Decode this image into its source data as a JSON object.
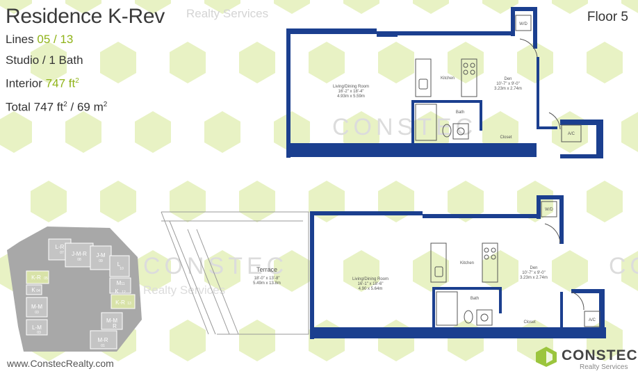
{
  "listing": {
    "title": "Residence K-Rev",
    "floor": "Floor 5",
    "lines_label": "Lines",
    "lines_value": "05 / 13",
    "type_value": "Studio / 1 Bath",
    "interior_label": "Interior",
    "interior_value": "747 ft",
    "interior_sup": "2",
    "total_label": "Total",
    "total_value_ft": "747 ft",
    "total_sup1": "2",
    "total_sep": " / ",
    "total_value_m": "69 m",
    "total_sup2": "2",
    "website": "www.ConstecRealty.com"
  },
  "watermarks": {
    "brand": "CONSTEC",
    "sub": "Realty Services"
  },
  "logo": {
    "name": "CONSTEC",
    "tagline": "Realty Services"
  },
  "plan_upper": {
    "living": "Living/Dining Room",
    "living_dim": "16'-2\" x 18'-4\"",
    "living_m": "4.93m x 5.59m",
    "kitchen": "Kitchen",
    "den": "Den",
    "den_dim": "10'-7\" x 9'-0\"",
    "den_m": "3.23m x 2.74m",
    "bath": "Bath",
    "closet": "Closet",
    "wd": "W/D",
    "ac": "A/C"
  },
  "plan_lower": {
    "terrace": "Terrace",
    "terrace_dim": "18'-0\" x 13'-8\"",
    "terrace_m": "5.49m x 13.8m",
    "living": "Living/Dining Room",
    "living_dim": "16'-1\" x 18'-6\"",
    "living_m": "4.90 x 5.64m",
    "kitchen": "Kitchen",
    "den": "Den",
    "den_dim": "10'-7\" x 9'-0\"",
    "den_m": "3.23m x 2.74m",
    "bath": "Bath",
    "closet": "Closet",
    "wd": "W/D",
    "ac": "A/C"
  },
  "key_map": {
    "units": [
      {
        "code": "L-R",
        "num": "07"
      },
      {
        "code": "J-M-R",
        "num": "08"
      },
      {
        "code": "J-M",
        "num": "09"
      },
      {
        "code": "L",
        "num": "10"
      },
      {
        "code": "M",
        "num": "11"
      },
      {
        "code": "K",
        "num": "12"
      },
      {
        "code": "K-R",
        "num": "13"
      },
      {
        "code": "M-M",
        "num": ""
      },
      {
        "code": "R",
        "num": "01"
      },
      {
        "code": "M-R",
        "num": "01"
      },
      {
        "code": "L-M",
        "num": "03"
      },
      {
        "code": "M-M",
        "num": "03"
      },
      {
        "code": "K",
        "num": "04"
      },
      {
        "code": "K-R",
        "num": "05"
      }
    ]
  }
}
